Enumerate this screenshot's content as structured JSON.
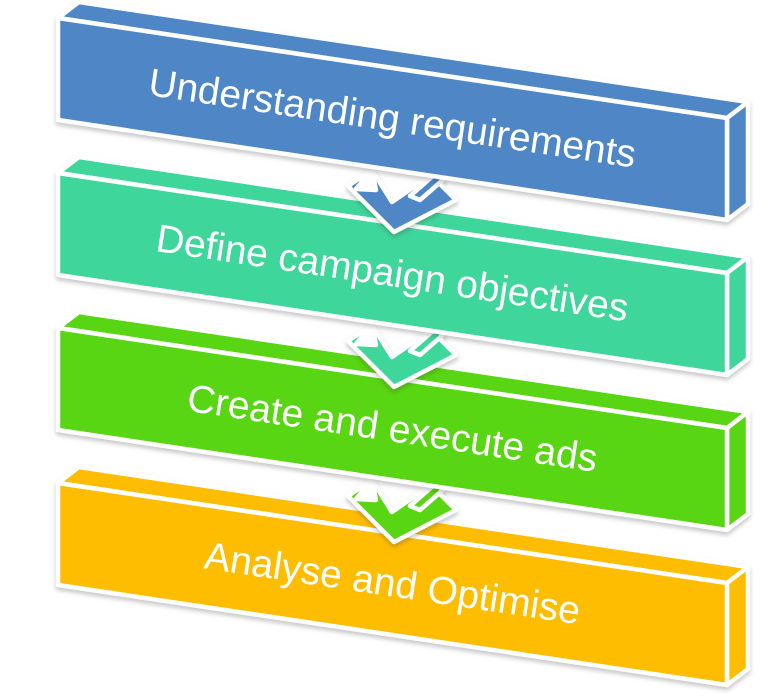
{
  "diagram": {
    "type": "process-flow",
    "direction": "top-to-bottom",
    "steps": [
      {
        "label": "Understanding requirements",
        "color": "#4E86C6"
      },
      {
        "label": "Define campaign objectives",
        "color": "#3FD69B"
      },
      {
        "label": "Create and execute ads",
        "color": "#58D513"
      },
      {
        "label": "Analyse and Optimise",
        "color": "#FFBD02"
      }
    ],
    "connectors": [
      {
        "from": "Understanding requirements",
        "to": "Define campaign objectives",
        "shape": "down-arrow",
        "color": "#4E86C6"
      },
      {
        "from": "Define campaign objectives",
        "to": "Create and execute ads",
        "shape": "down-arrow",
        "color": "#3FD69B"
      },
      {
        "from": "Create and execute ads",
        "to": "Analyse and Optimise",
        "shape": "down-arrow",
        "color": "#58D513"
      }
    ],
    "style": {
      "outline_color": "#FFFFFF",
      "text_color": "#FFFFFF",
      "background": "#FFFFFF",
      "effect": "3d-extruded-slabs-tilted"
    }
  }
}
